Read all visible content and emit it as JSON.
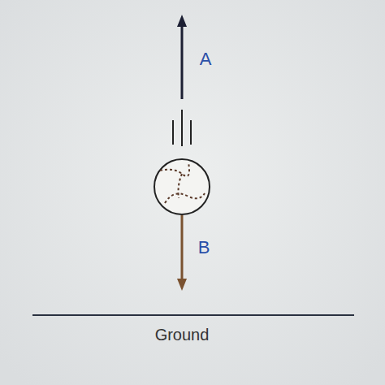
{
  "diagram": {
    "labels": [
      "A",
      "B",
      "Ground"
    ]
  }
}
